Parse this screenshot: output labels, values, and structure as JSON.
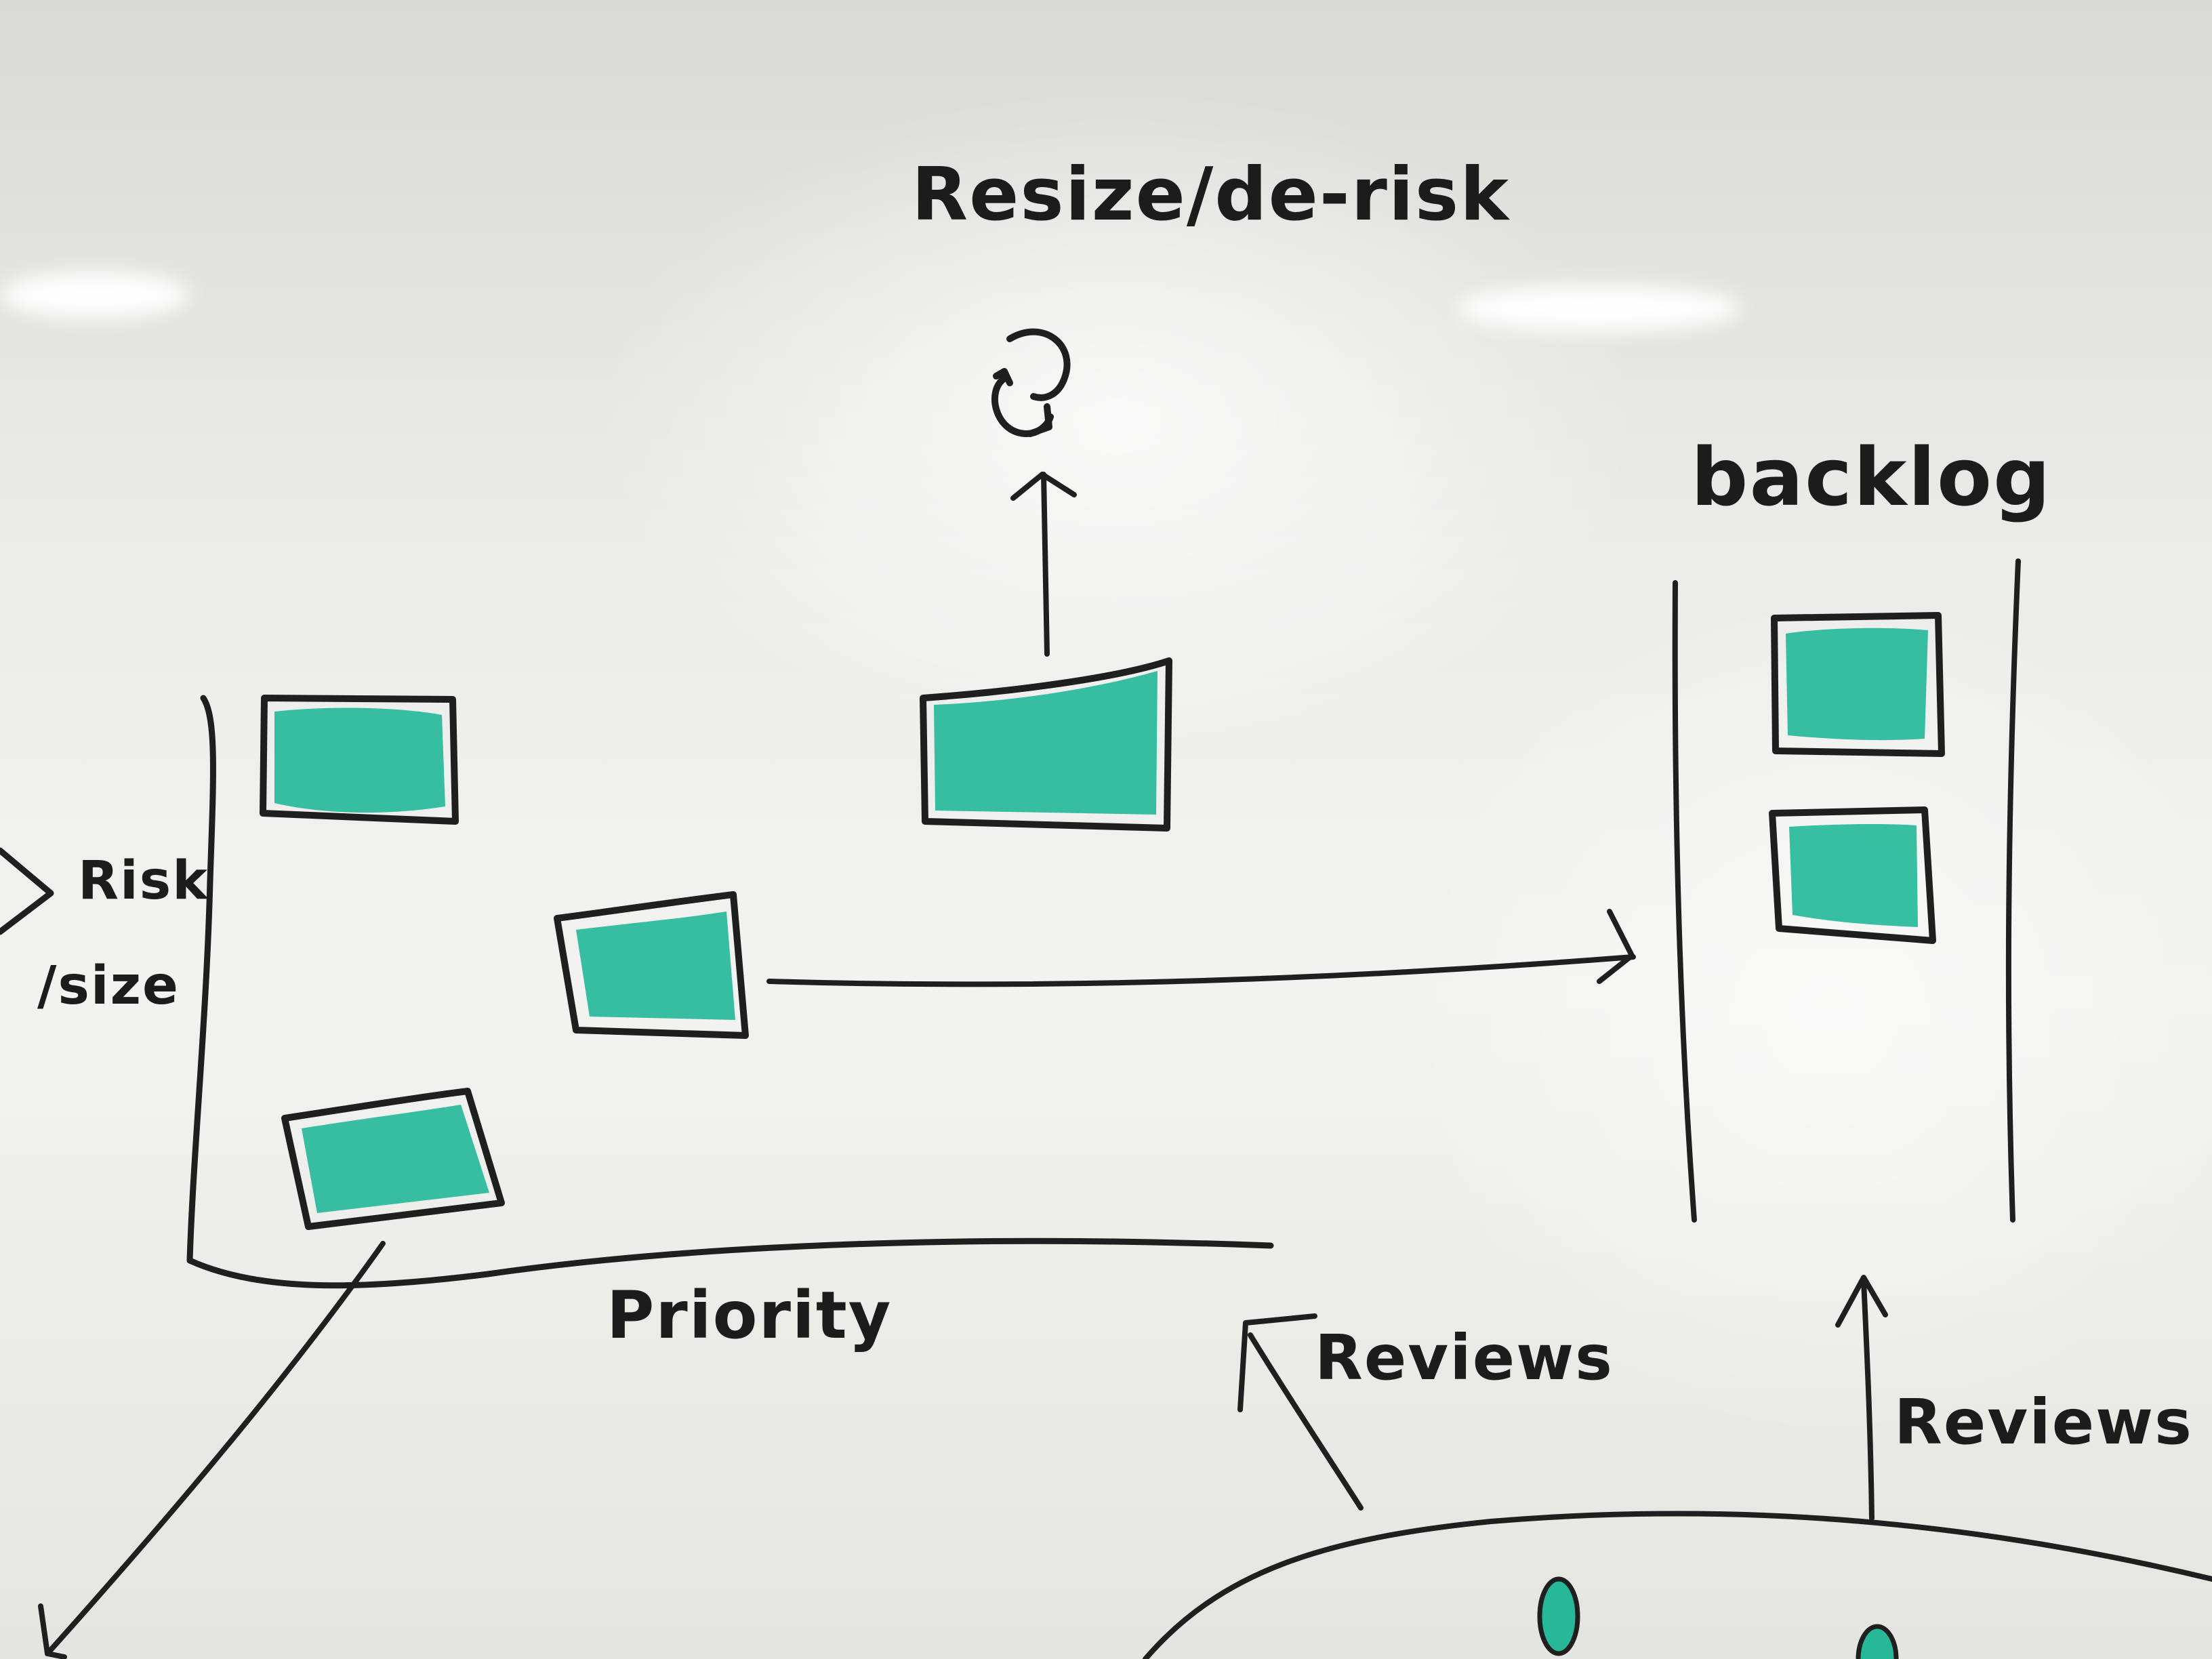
{
  "title": "Resize/de-risk",
  "cycle_icon": "refresh-cycle-icon",
  "backlog": {
    "label": "backlog",
    "cards": 2
  },
  "matrix": {
    "y_axis_label_line1": "Risk",
    "y_axis_label_line2": "/size",
    "x_axis_label": "Priority",
    "cards": 4
  },
  "reviews_left": "Reviews",
  "reviews_right": "Reviews",
  "colors": {
    "marker": "#1f1f1f",
    "card_fill": "#27b89a",
    "board": "#ececea"
  }
}
